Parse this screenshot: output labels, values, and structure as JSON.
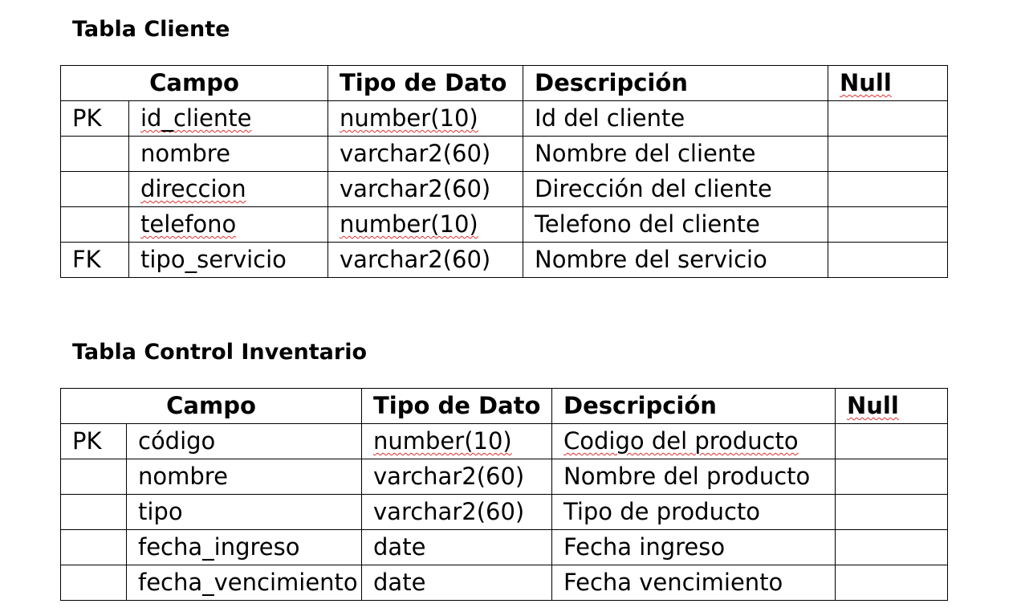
{
  "table_cliente": {
    "title": "Tabla Cliente",
    "headers": {
      "campo": "Campo",
      "tipo": "Tipo de Dato",
      "descripcion": "Descripción",
      "null": "Null"
    },
    "rows": [
      {
        "key": "PK",
        "campo": "id_cliente",
        "tipo": "number(10)",
        "descripcion": "Id del cliente",
        "null": ""
      },
      {
        "key": "",
        "campo": "nombre",
        "tipo": "varchar2(60)",
        "descripcion": "Nombre del cliente",
        "null": ""
      },
      {
        "key": "",
        "campo": "direccion",
        "tipo": "varchar2(60)",
        "descripcion": "Dirección del cliente",
        "null": ""
      },
      {
        "key": "",
        "campo": "telefono",
        "tipo": "number(10)",
        "descripcion": "Telefono del cliente",
        "null": ""
      },
      {
        "key": "FK",
        "campo": "tipo_servicio",
        "tipo": "varchar2(60)",
        "descripcion": "Nombre del servicio",
        "null": ""
      }
    ]
  },
  "table_inventario": {
    "title": "Tabla Control Inventario",
    "headers": {
      "campo": "Campo",
      "tipo": "Tipo de Dato",
      "descripcion": "Descripción",
      "null": "Null"
    },
    "rows": [
      {
        "key": "PK",
        "campo": "código",
        "tipo": "number(10)",
        "descripcion": "Codigo del producto",
        "null": ""
      },
      {
        "key": "",
        "campo": "nombre",
        "tipo": "varchar2(60)",
        "descripcion": "Nombre del producto",
        "null": ""
      },
      {
        "key": "",
        "campo": "tipo",
        "tipo": "varchar2(60)",
        "descripcion": "Tipo de producto",
        "null": ""
      },
      {
        "key": "",
        "campo": "fecha_ingreso",
        "tipo": "date",
        "descripcion": "Fecha ingreso",
        "null": ""
      },
      {
        "key": "",
        "campo": "fecha_vencimiento",
        "tipo": "date",
        "descripcion": "Fecha vencimiento",
        "null": ""
      }
    ]
  },
  "colors": {
    "text": "#000000",
    "border": "#000000",
    "spellcheck_underline": "#e03030",
    "background": "#ffffff"
  }
}
